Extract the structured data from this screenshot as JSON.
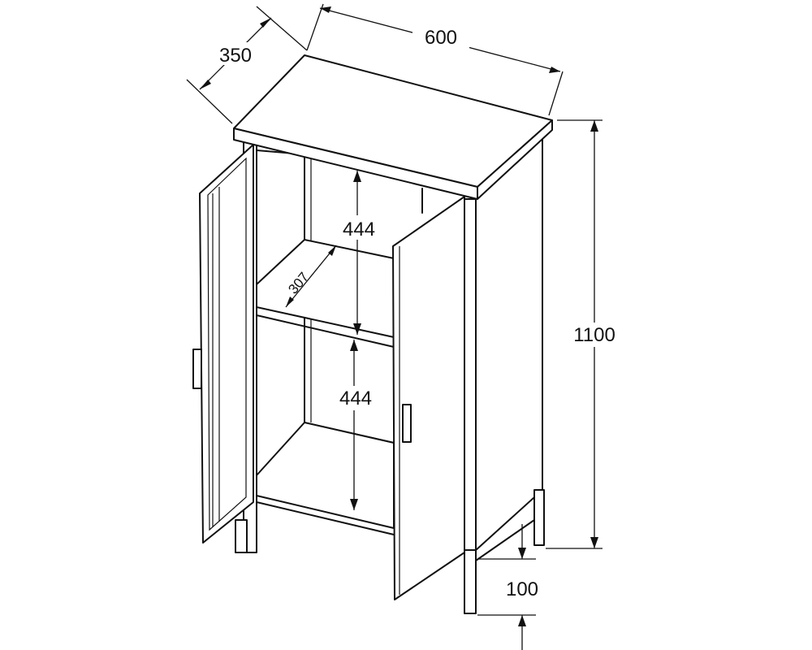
{
  "dimensions": {
    "width": "600",
    "depth": "350",
    "height": "1100",
    "leg_height": "100",
    "upper_compartment": "444",
    "lower_compartment": "444",
    "shelf_depth": "307"
  },
  "colors": {
    "line": "#111111",
    "background": "#ffffff"
  }
}
